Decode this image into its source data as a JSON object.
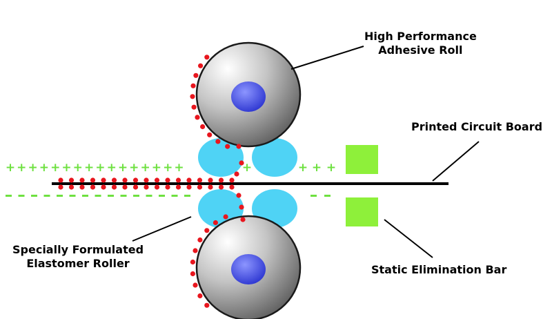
{
  "labels": {
    "adhesive_roll": {
      "line1": "High Performance",
      "line2": "Adhesive Roll"
    },
    "pcb": "Printed Circuit Board",
    "elastomer": {
      "line1": "Specially Formulated",
      "line2": "Elastomer Roller"
    },
    "static_bar": "Static Elimination Bar"
  },
  "charges": {
    "positive": "+",
    "negative": "-"
  },
  "colors": {
    "roll_outer": "#8a8a8a",
    "roll_hub": "#4a52e6",
    "elastomer": "#4fd3f5",
    "static_bar": "#8ef03a",
    "charge_red": "#e8161e",
    "charge_green": "#6ee040",
    "board": "#000000"
  }
}
